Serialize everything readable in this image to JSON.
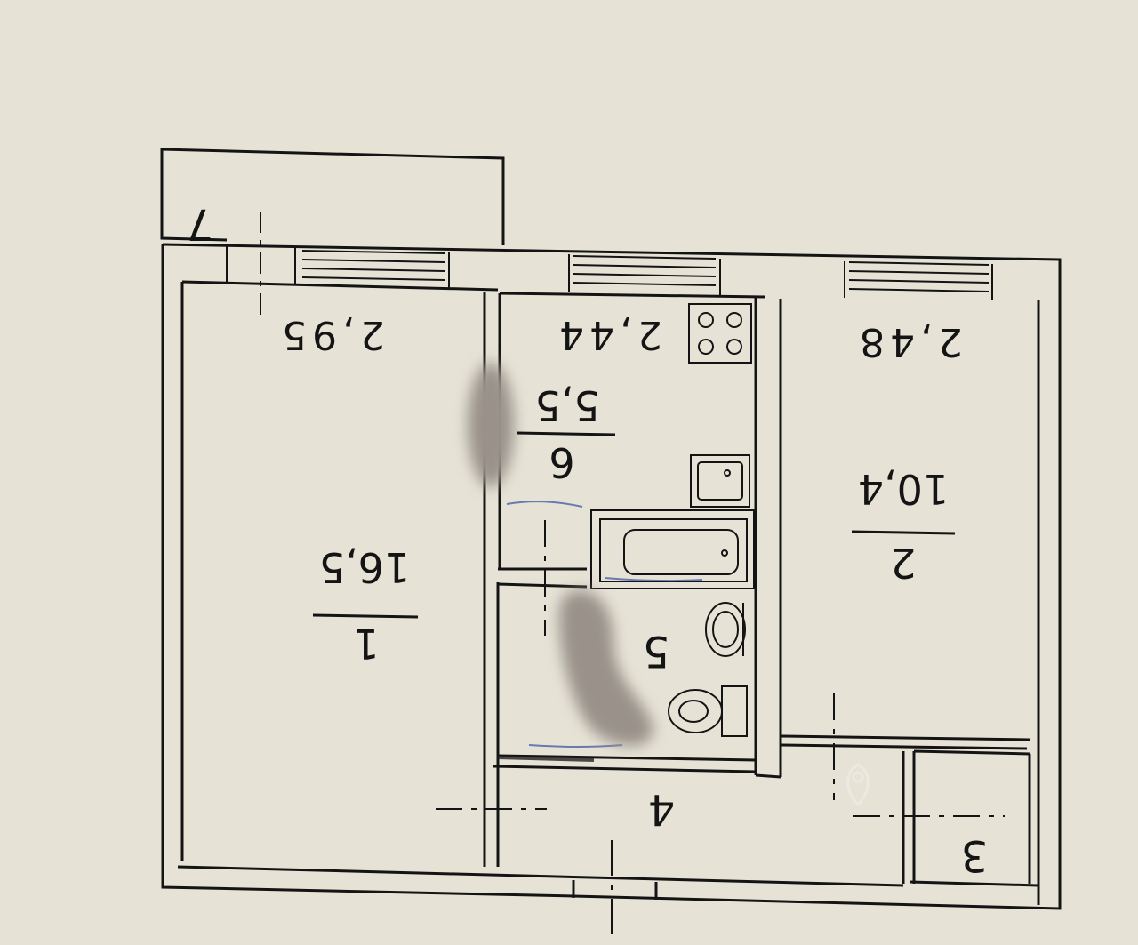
{
  "rooms": [
    {
      "number": "1",
      "area": "16,5"
    },
    {
      "number": "2",
      "area": "10,4"
    },
    {
      "number": "3"
    },
    {
      "number": "4"
    },
    {
      "number": "5"
    },
    {
      "number": "6",
      "area": "5,5"
    },
    {
      "number": "7"
    }
  ],
  "dimensions": [
    "2,95",
    "2,44",
    "2,48"
  ],
  "colors": {
    "paper": "#e6e3d6",
    "ink": "#141414",
    "pen_marks": "#4a5fa8"
  },
  "icons": [
    "stove-icon",
    "sink-icon",
    "bathtub-icon",
    "washbasin-icon",
    "toilet-icon",
    "location-pin-icon"
  ]
}
